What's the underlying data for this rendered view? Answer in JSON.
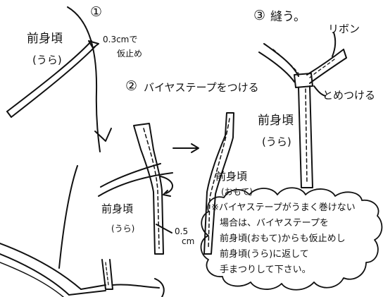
{
  "steps": {
    "s1": {
      "number": "①",
      "pin_label": "0.3cmで",
      "tack_label": "仮止め"
    },
    "s2": {
      "number": "②",
      "title": "バイヤステープをつける"
    },
    "s3": {
      "number": "③",
      "title": "縫う。",
      "ribbon": "リボン",
      "attach": "とめつける"
    }
  },
  "labels": {
    "front_back_1": "前身頃",
    "back_1": "(うら)",
    "front_back_2": "前身頃",
    "back_2": "(うら)",
    "front_face": "前身頃",
    "face": "(おもて)",
    "front_back_3": "前身頃",
    "back_3": "(うら)",
    "width_value": "0.5",
    "width_unit": "cm"
  },
  "note": {
    "lines": [
      "※バイヤステープがうまく巻けない",
      "場合は、バイヤステープを",
      "前身頃(おもて)からも仮止めし",
      "前身頃(うら)に返して",
      "手まつりして下さい。"
    ]
  }
}
